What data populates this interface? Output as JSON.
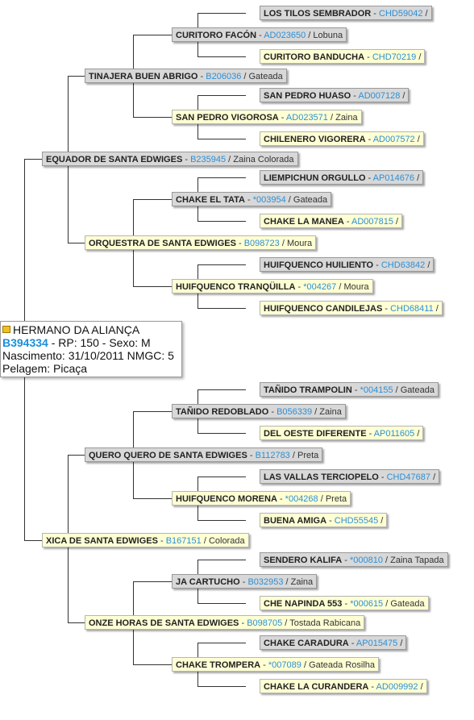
{
  "subject": {
    "name": "HERMANO DA ALIANÇA",
    "registry": "B394334",
    "rp_text": "RP: 150",
    "sex_text": "Sexo: M",
    "birth_label": "Nascimento:",
    "birth_date": "31/10/2011",
    "nmgc_text": "NMGC: 5",
    "coat_label": "Pelagem:",
    "coat": "Picaça"
  },
  "ancestors": [
    {
      "name": "LOS TILOS SEMBRADOR",
      "registry": "CHD59042",
      "coat": "",
      "sex": "male"
    },
    {
      "name": "CURITORO FACÓN",
      "registry": "AD023650",
      "coat": "Lobuna",
      "sex": "male"
    },
    {
      "name": "CURITORO BANDUCHA",
      "registry": "CHD70219",
      "coat": "",
      "sex": "female"
    },
    {
      "name": "TINAJERA BUEN ABRIGO",
      "registry": "B206036",
      "coat": "Gateada",
      "sex": "male"
    },
    {
      "name": "SAN PEDRO HUASO",
      "registry": "AD007128",
      "coat": "",
      "sex": "male"
    },
    {
      "name": "SAN PEDRO VIGOROSA",
      "registry": "AD023571",
      "coat": "Zaina",
      "sex": "female"
    },
    {
      "name": "CHILENERO VIGORERA",
      "registry": "AD007572",
      "coat": "",
      "sex": "female"
    },
    {
      "name": "EQUADOR DE SANTA EDWIGES",
      "registry": "B235945",
      "coat": "Zaina Colorada",
      "sex": "male"
    },
    {
      "name": "LIEMPICHUN ORGULLO",
      "registry": "AP014676",
      "coat": "",
      "sex": "male"
    },
    {
      "name": "CHAKE EL TATA",
      "registry": "*003954",
      "coat": "Gateada",
      "sex": "male"
    },
    {
      "name": "CHAKE LA MANEA",
      "registry": "AD007815",
      "coat": "",
      "sex": "female"
    },
    {
      "name": "ORQUESTRA DE SANTA EDWIGES",
      "registry": "B098723",
      "coat": "Moura",
      "sex": "female"
    },
    {
      "name": "HUIFQUENCO HUILIENTO",
      "registry": "CHD63842",
      "coat": "",
      "sex": "male"
    },
    {
      "name": "HUIFQUENCO TRANQÜILLA",
      "registry": "*004267",
      "coat": "Moura",
      "sex": "female"
    },
    {
      "name": "HUIFQUENCO CANDILEJAS",
      "registry": "CHD68411",
      "coat": "",
      "sex": "female"
    },
    {
      "name": "TAÑIDO TRAMPOLIN",
      "registry": "*004155",
      "coat": "Gateada",
      "sex": "male"
    },
    {
      "name": "TAÑIDO REDOBLADO",
      "registry": "B056339",
      "coat": "Zaina",
      "sex": "male"
    },
    {
      "name": "DEL OESTE DIFERENTE",
      "registry": "AP011605",
      "coat": "",
      "sex": "female"
    },
    {
      "name": "QUERO QUERO DE SANTA EDWIGES",
      "registry": "B112783",
      "coat": "Preta",
      "sex": "male"
    },
    {
      "name": "LAS VALLAS TERCIOPELO",
      "registry": "CHD47687",
      "coat": "",
      "sex": "male"
    },
    {
      "name": "HUIFQUENCO MORENA",
      "registry": "*004268",
      "coat": "Preta",
      "sex": "female"
    },
    {
      "name": "BUENA AMIGA",
      "registry": "CHD55545",
      "coat": "",
      "sex": "female"
    },
    {
      "name": "XICA DE SANTA EDWIGES",
      "registry": "B167151",
      "coat": "Colorada",
      "sex": "female"
    },
    {
      "name": "SENDERO KALIFA",
      "registry": "*000810",
      "coat": "Zaina Tapada",
      "sex": "male"
    },
    {
      "name": "JA CARTUCHO",
      "registry": "B032953",
      "coat": "Zaina",
      "sex": "male"
    },
    {
      "name": "CHE NAPINDA 553",
      "registry": "*000615",
      "coat": "Gateada",
      "sex": "female"
    },
    {
      "name": "ONZE HORAS DE SANTA EDWIGES",
      "registry": "B098705",
      "coat": "Tostada Rabicana",
      "sex": "female"
    },
    {
      "name": "CHAKE CARADURA",
      "registry": "AP015475",
      "coat": "",
      "sex": "male"
    },
    {
      "name": "CHAKE TROMPERA",
      "registry": "*007089",
      "coat": "Gateada Rosilha",
      "sex": "female"
    },
    {
      "name": "CHAKE LA CURANDERA",
      "registry": "AD009992",
      "coat": "",
      "sex": "female"
    }
  ]
}
